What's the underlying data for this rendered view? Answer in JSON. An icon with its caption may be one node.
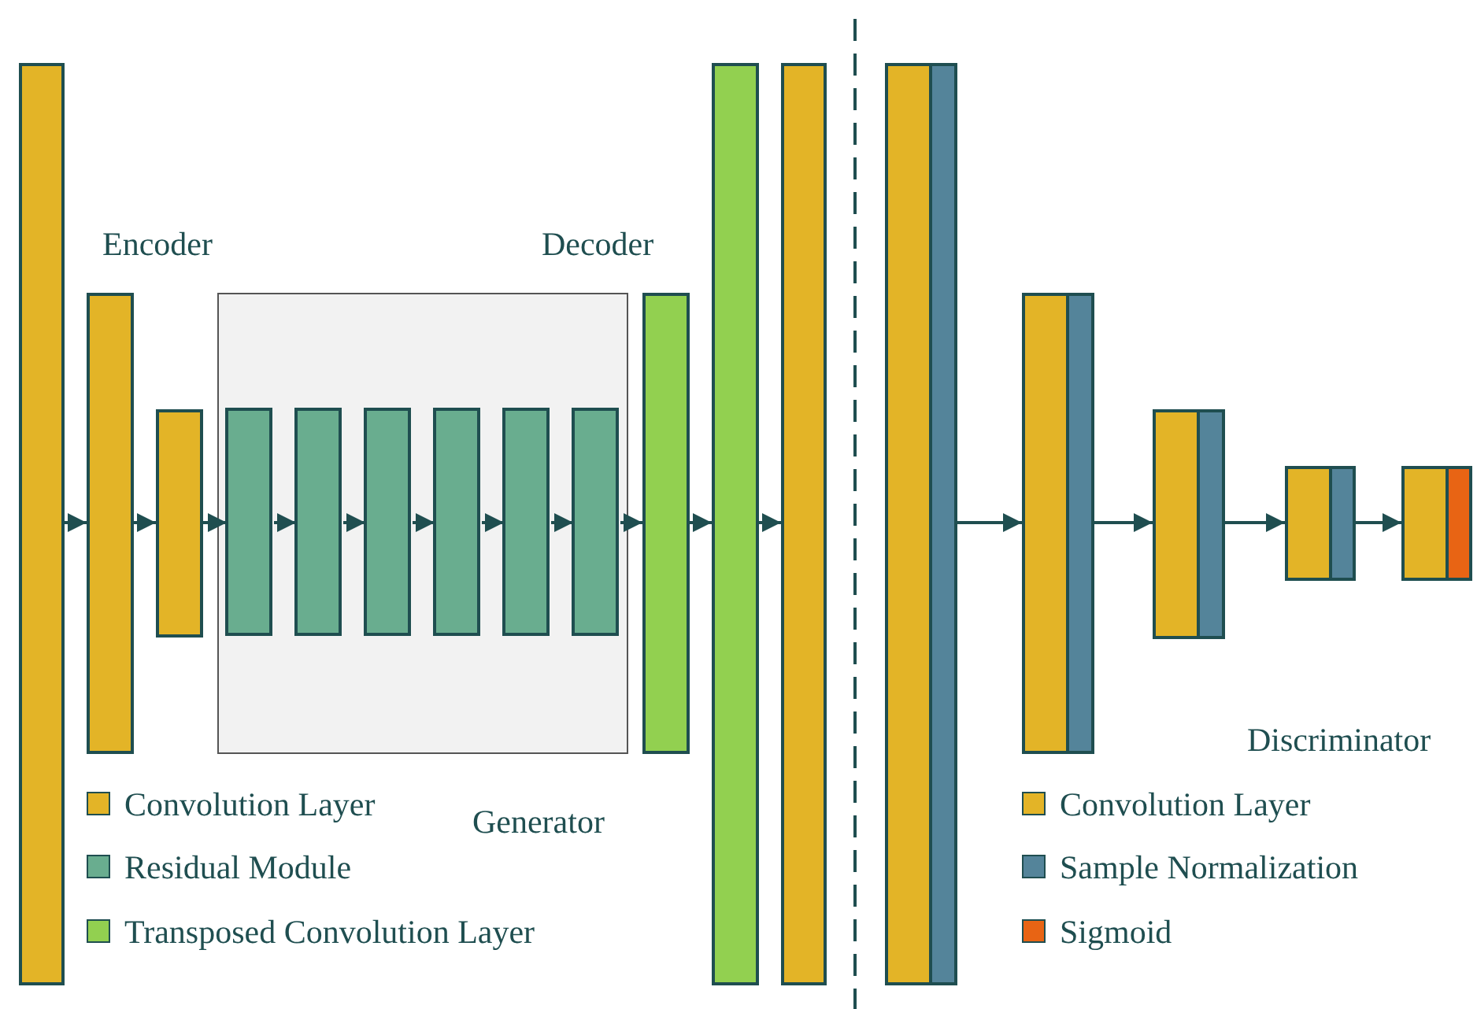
{
  "diagram": {
    "nodes": [
      {
        "text": [],
        "shape": "bar"
      },
      {
        "text": [],
        "shape": "bar"
      },
      {
        "text": [],
        "shape": "bar"
      },
      {
        "text": [],
        "shape": "box"
      },
      {
        "text": [],
        "shape": "bar",
        "in": 3
      },
      {
        "text": [],
        "shape": "bar",
        "in": 3
      },
      {
        "text": [],
        "shape": "bar",
        "in": 3
      },
      {
        "text": [],
        "shape": "bar",
        "in": 3
      },
      {
        "text": [],
        "shape": "bar",
        "in": 3
      },
      {
        "text": [],
        "shape": "bar",
        "in": 3
      },
      {
        "text": [],
        "shape": "bar"
      },
      {
        "text": [],
        "shape": "bar"
      },
      {
        "text": [],
        "shape": "bar"
      },
      {
        "text": [],
        "shape": "bar"
      },
      {
        "text": [],
        "shape": "bar"
      },
      {
        "text": [],
        "shape": "bar"
      },
      {
        "text": [],
        "shape": "bar"
      },
      {
        "text": [],
        "shape": "bar"
      },
      {
        "text": [],
        "shape": "bar"
      },
      {
        "text": [],
        "shape": "bar"
      },
      {
        "text": [],
        "shape": "bar"
      },
      {
        "text": [],
        "shape": "bar"
      },
      {
        "text": [],
        "shape": "bar"
      }
    ],
    "edges": [
      {
        "from": 0,
        "to": 1,
        "arrow": "to"
      },
      {
        "from": 1,
        "to": 2,
        "arrow": "to"
      },
      {
        "from": 2,
        "to": 4,
        "arrow": "to"
      },
      {
        "from": 4,
        "to": 5,
        "arrow": "to"
      },
      {
        "from": 5,
        "to": 6,
        "arrow": "to"
      },
      {
        "from": 6,
        "to": 7,
        "arrow": "to"
      },
      {
        "from": 7,
        "to": 8,
        "arrow": "to"
      },
      {
        "from": 8,
        "to": 9,
        "arrow": "to"
      },
      {
        "from": 9,
        "to": 10,
        "arrow": "to"
      },
      {
        "from": 10,
        "to": 11,
        "arrow": "to"
      },
      {
        "from": 11,
        "to": 12,
        "arrow": "to"
      },
      {
        "from": 14,
        "to": 15,
        "arrow": "to"
      },
      {
        "from": 16,
        "to": 17,
        "arrow": "to"
      },
      {
        "from": 18,
        "to": 19,
        "arrow": "to"
      },
      {
        "from": 20,
        "to": 21,
        "arrow": "to"
      }
    ],
    "labels": [
      "Encoder",
      "Decoder",
      "Discriminator",
      "Generator"
    ],
    "legend": [
      {
        "text": "Convolution Layer",
        "color": "#e3b427"
      },
      {
        "text": "Residual Module",
        "color": "#69ad8f"
      },
      {
        "text": "Transposed Convolution Layer",
        "color": "#92d050"
      },
      {
        "text": "Convolution Layer",
        "color": "#e3b427"
      },
      {
        "text": "Sample Normalization",
        "color": "#54849a"
      },
      {
        "text": "Sigmoid",
        "color": "#e86414"
      }
    ]
  }
}
